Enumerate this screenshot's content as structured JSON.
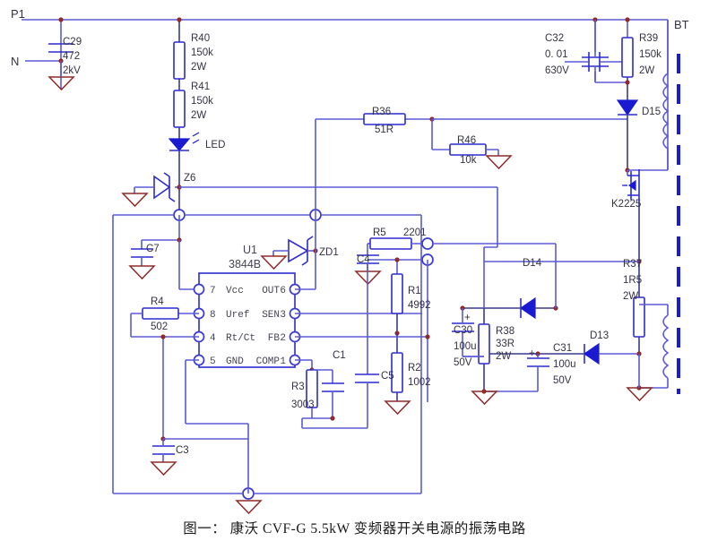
{
  "figure": {
    "caption": "图一： 康沃 CVF-G 5.5kW 变频器开关电源的振荡电路",
    "colors": {
      "wire": "#5a5ad6",
      "component": "#2b2bd0",
      "ground": "#8f2b2b",
      "core": "#1a1ad8",
      "text": "#333344"
    }
  },
  "terminals": [
    {
      "name": "line-in-p1",
      "label": "P1"
    },
    {
      "name": "neutral-in",
      "label": "N"
    },
    {
      "name": "transformer",
      "label": "BT"
    }
  ],
  "ic": {
    "designator": "U1",
    "part": "3844B",
    "pins_left": [
      {
        "number": "7",
        "label": "Vcc"
      },
      {
        "number": "8",
        "label": "Uref"
      },
      {
        "number": "4",
        "label": "Rt/Ct"
      },
      {
        "number": "5",
        "label": "GND"
      }
    ],
    "pins_right": [
      {
        "number": "6",
        "label": "OUT"
      },
      {
        "number": "3",
        "label": "SEN"
      },
      {
        "number": "2",
        "label": "FB"
      },
      {
        "number": "1",
        "label": "COMP"
      }
    ]
  },
  "components": {
    "C29": {
      "ref": "C29",
      "value": "472",
      "rating": "2kV"
    },
    "C32": {
      "ref": "C32",
      "value": "0. 01",
      "rating": "630V"
    },
    "C30": {
      "ref": "C30",
      "value": "100u",
      "rating": "50V"
    },
    "C31": {
      "ref": "C31",
      "value": "100u",
      "rating": "50V"
    },
    "C7": {
      "ref": "C7"
    },
    "C4": {
      "ref": "C4"
    },
    "C5": {
      "ref": "C5"
    },
    "C1": {
      "ref": "C1"
    },
    "C3": {
      "ref": "C3"
    },
    "R40": {
      "ref": "R40",
      "value": "150k",
      "rating": "2W"
    },
    "R41": {
      "ref": "R41",
      "value": "150k",
      "rating": "2W"
    },
    "R39": {
      "ref": "R39",
      "value": "150k",
      "rating": "2W"
    },
    "R36": {
      "ref": "R36",
      "value": "51R"
    },
    "R46": {
      "ref": "R46",
      "value": "10k"
    },
    "R5": {
      "ref": "R5",
      "value": "2201"
    },
    "R1": {
      "ref": "R1",
      "value": "4992"
    },
    "R2": {
      "ref": "R2",
      "value": "1002"
    },
    "R3": {
      "ref": "R3",
      "value": "3003"
    },
    "R4": {
      "ref": "R4",
      "value": "502"
    },
    "R37": {
      "ref": "R37",
      "value": "1R5",
      "rating": "2W"
    },
    "R38": {
      "ref": "R38",
      "value": "33R",
      "rating": "2W"
    },
    "D15": {
      "ref": "D15"
    },
    "D14": {
      "ref": "D14"
    },
    "D13": {
      "ref": "D13"
    },
    "ZD1": {
      "ref": "ZD1"
    },
    "Z6": {
      "ref": "Z6"
    },
    "LED": {
      "ref": "LED"
    },
    "Q1": {
      "ref": "K2225"
    }
  }
}
